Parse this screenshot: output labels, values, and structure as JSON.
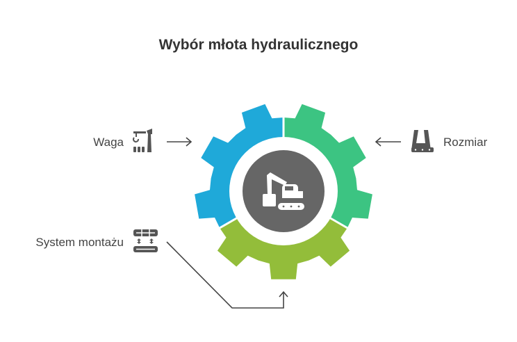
{
  "title": "Wybór młota hydraulicznego",
  "items": [
    {
      "label": "Waga",
      "icon": "crane-weight-icon",
      "color": "#1fa9d9"
    },
    {
      "label": "Rozmiar",
      "icon": "size-tool-icon",
      "color": "#3cc482"
    },
    {
      "label": "System montażu",
      "icon": "mounting-system-icon",
      "color": "#93bd3a"
    }
  ],
  "center_icon": "excavator-icon",
  "colors": {
    "center": "#666666",
    "line": "#444444"
  }
}
